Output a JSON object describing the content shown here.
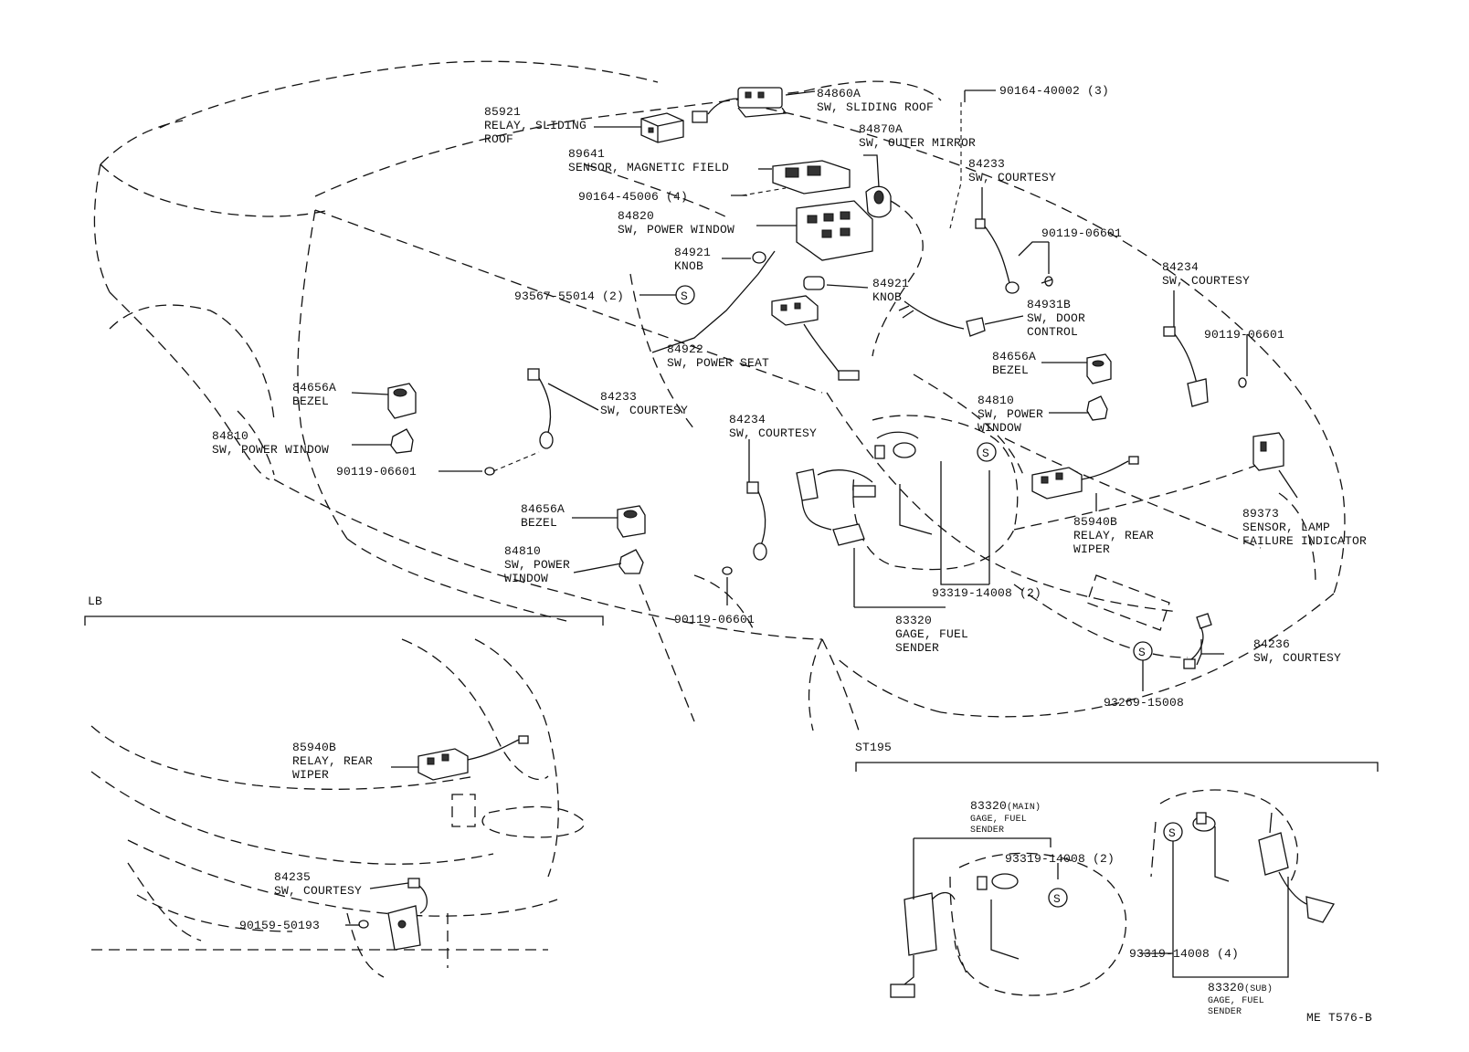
{
  "labels": {
    "l_85921": [
      "85921",
      "RELAY, SLIDING",
      "ROOF"
    ],
    "l_84860a": [
      "84860A",
      "SW, SLIDING ROOF"
    ],
    "l_90164_40002": [
      "90164-40002 (3)"
    ],
    "l_89641": [
      "89641",
      "SENSOR, MAGNETIC FIELD"
    ],
    "l_84870a": [
      "84870A",
      "SW, OUTER MIRROR"
    ],
    "l_90164_45006": [
      "90164-45006 (4)"
    ],
    "l_84233_top": [
      "84233",
      "SW, COURTESY"
    ],
    "l_84820": [
      "84820",
      "SW, POWER WINDOW"
    ],
    "l_90119_top": [
      "90119-06601"
    ],
    "l_84921_a": [
      "84921",
      "KNOB"
    ],
    "l_84921_b": [
      "84921",
      "KNOB"
    ],
    "l_84234_right": [
      "84234",
      "SW, COURTESY"
    ],
    "l_93567": [
      "93567-55014 (2)"
    ],
    "l_84931b": [
      "84931B",
      "SW, DOOR",
      "CONTROL"
    ],
    "l_90119_right": [
      "90119-06601"
    ],
    "l_84922": [
      "84922",
      "SW, POWER SEAT"
    ],
    "l_84656a_right": [
      "84656A",
      "BEZEL"
    ],
    "l_84656a_left": [
      "84656A",
      "BEZEL"
    ],
    "l_84233_mid": [
      "84233",
      "SW, COURTESY"
    ],
    "l_84810_right": [
      "84810",
      "SW, POWER",
      "WINDOW"
    ],
    "l_84810_left": [
      "84810",
      "SW, POWER WINDOW"
    ],
    "l_84234_mid": [
      "84234",
      "SW, COURTESY"
    ],
    "l_90119_left": [
      "90119-06601"
    ],
    "l_84656a_low": [
      "84656A",
      "BEZEL"
    ],
    "l_85940b": [
      "85940B",
      "RELAY, REAR",
      "WIPER"
    ],
    "l_89373": [
      "89373",
      "SENSOR, LAMP",
      "FAILURE INDICATOR"
    ],
    "l_84810_low": [
      "84810",
      "SW, POWER",
      "WINDOW"
    ],
    "l_93319_mid": [
      "93319-14008 (2)"
    ],
    "l_90119_low": [
      "90119-06601"
    ],
    "l_83320": [
      "83320",
      "GAGE, FUEL",
      "SENDER"
    ],
    "l_84236": [
      "84236",
      "SW, COURTESY"
    ],
    "l_93269": [
      "93269-15008"
    ],
    "l_lb_85940b": [
      "85940B",
      "RELAY, REAR",
      "WIPER"
    ],
    "l_84235": [
      "84235",
      "SW, COURTESY"
    ],
    "l_90159": [
      "90159-50193"
    ],
    "l_93319_st": [
      "93319-14008 (2)"
    ],
    "l_93319_st4": [
      "93319-14008 (4)"
    ]
  },
  "sections": {
    "lb": "LB",
    "st": "ST195"
  },
  "st_main": {
    "num": "83320",
    "tag": "(MAIN)",
    "line1": "GAGE, FUEL",
    "line2": "SENDER"
  },
  "st_sub": {
    "num": "83320",
    "tag": "(SUB)",
    "line1": "GAGE, FUEL",
    "line2": "SENDER"
  },
  "s_mark": "S",
  "footer_code": "ME T576-B"
}
